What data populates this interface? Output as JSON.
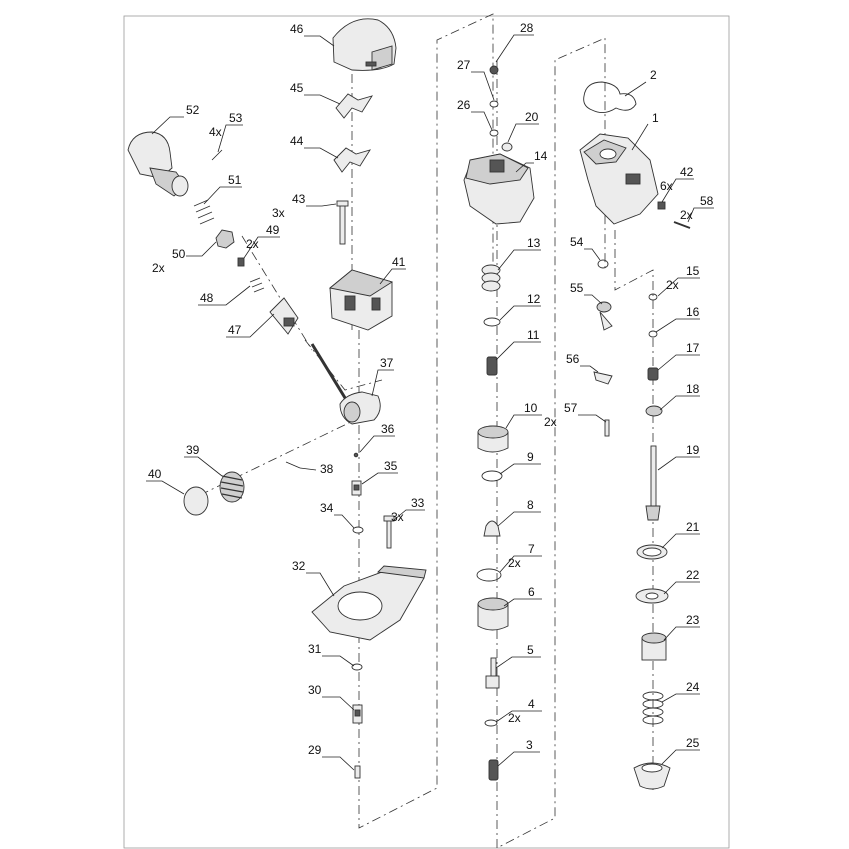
{
  "callouts": [
    {
      "number": "1",
      "qty": ""
    },
    {
      "number": "2",
      "qty": ""
    },
    {
      "number": "3",
      "qty": ""
    },
    {
      "number": "4",
      "qty": "2x"
    },
    {
      "number": "5",
      "qty": ""
    },
    {
      "number": "6",
      "qty": ""
    },
    {
      "number": "7",
      "qty": "2x"
    },
    {
      "number": "8",
      "qty": ""
    },
    {
      "number": "9",
      "qty": ""
    },
    {
      "number": "10",
      "qty": ""
    },
    {
      "number": "11",
      "qty": ""
    },
    {
      "number": "12",
      "qty": ""
    },
    {
      "number": "13",
      "qty": ""
    },
    {
      "number": "14",
      "qty": ""
    },
    {
      "number": "15",
      "qty": "2x"
    },
    {
      "number": "16",
      "qty": ""
    },
    {
      "number": "17",
      "qty": ""
    },
    {
      "number": "18",
      "qty": ""
    },
    {
      "number": "19",
      "qty": ""
    },
    {
      "number": "20",
      "qty": ""
    },
    {
      "number": "21",
      "qty": ""
    },
    {
      "number": "22",
      "qty": ""
    },
    {
      "number": "23",
      "qty": ""
    },
    {
      "number": "24",
      "qty": ""
    },
    {
      "number": "25",
      "qty": ""
    },
    {
      "number": "26",
      "qty": ""
    },
    {
      "number": "27",
      "qty": ""
    },
    {
      "number": "28",
      "qty": ""
    },
    {
      "number": "29",
      "qty": ""
    },
    {
      "number": "30",
      "qty": ""
    },
    {
      "number": "31",
      "qty": ""
    },
    {
      "number": "32",
      "qty": ""
    },
    {
      "number": "33",
      "qty": "3x"
    },
    {
      "number": "34",
      "qty": ""
    },
    {
      "number": "35",
      "qty": ""
    },
    {
      "number": "36",
      "qty": ""
    },
    {
      "number": "37",
      "qty": ""
    },
    {
      "number": "38",
      "qty": ""
    },
    {
      "number": "39",
      "qty": ""
    },
    {
      "number": "40",
      "qty": ""
    },
    {
      "number": "41",
      "qty": ""
    },
    {
      "number": "42",
      "qty": "6x"
    },
    {
      "number": "43",
      "qty": "3x"
    },
    {
      "number": "44",
      "qty": ""
    },
    {
      "number": "45",
      "qty": ""
    },
    {
      "number": "46",
      "qty": ""
    },
    {
      "number": "47",
      "qty": ""
    },
    {
      "number": "48",
      "qty": ""
    },
    {
      "number": "49",
      "qty": "2x"
    },
    {
      "number": "50",
      "qty": "2x"
    },
    {
      "number": "51",
      "qty": ""
    },
    {
      "number": "52",
      "qty": ""
    },
    {
      "number": "53",
      "qty": "4x"
    },
    {
      "number": "54",
      "qty": ""
    },
    {
      "number": "55",
      "qty": ""
    },
    {
      "number": "56",
      "qty": ""
    },
    {
      "number": "57",
      "qty": "2x"
    },
    {
      "number": "58",
      "qty": "2x"
    }
  ]
}
